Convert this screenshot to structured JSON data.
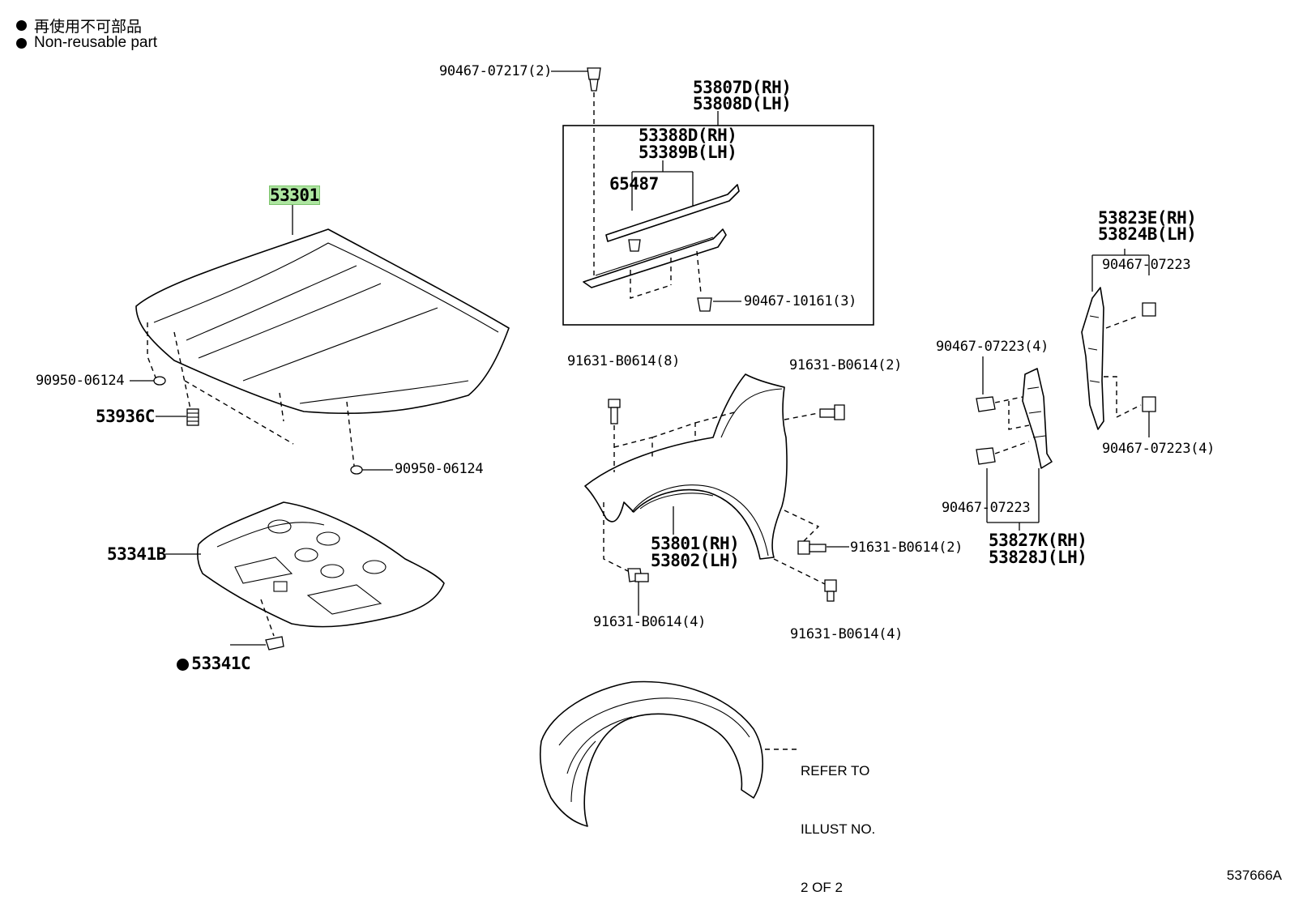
{
  "legend": {
    "line1": "再使用不可部品",
    "line2": "Non-reusable part"
  },
  "labels": {
    "hood": "53301",
    "hood_plug_left": "90950-06124",
    "hood_plug_bottom": "90950-06124",
    "hood_cushion": "53936C",
    "hood_insulator": "53341B",
    "insulator_clip": "53341C",
    "clip_top": "90467-07217(2)",
    "seal_assy_rh": "53807D(RH)",
    "seal_assy_lh": "53808D(LH)",
    "seal_rh": "53388D(RH)",
    "seal_lh": "53389B(LH)",
    "seal_clip": "65487",
    "seal_clip_bottom": "90467-10161(3)",
    "fender_bolt_top_left": "91631-B0614(8)",
    "fender_bolt_top_right": "91631-B0614(2)",
    "fender_bolt_mid_right": "91631-B0614(2)",
    "fender_bolt_bottom_left": "91631-B0614(4)",
    "fender_bolt_bottom_right": "91631-B0614(4)",
    "fender_rh": "53801(RH)",
    "fender_lh": "53802(LH)",
    "bracket_rh": "53823E(RH)",
    "bracket_lh": "53824B(LH)",
    "bracket_clip_top": "90467-07223",
    "bracket_clip_bottom": "90467-07223(4)",
    "protector_clip_top": "90467-07223(4)",
    "protector_clip_bottom": "90467-07223",
    "protector_rh": "53827K(RH)",
    "protector_lh": "53828J(LH)"
  },
  "refer": {
    "line1": "REFER TO",
    "line2": "ILLUST NO.",
    "line3": "2 OF 2"
  },
  "illustration_code": "537666A",
  "colors": {
    "highlight": "#aee6a1"
  }
}
